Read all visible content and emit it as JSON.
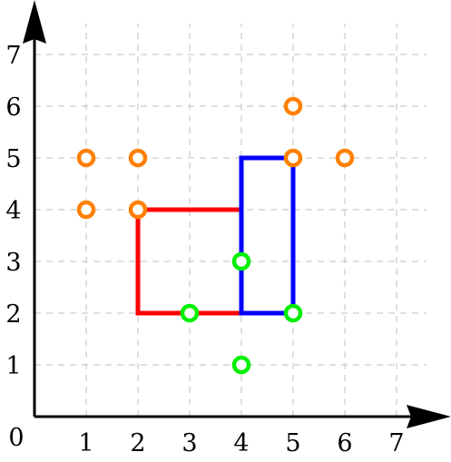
{
  "chart_data": {
    "type": "scatter",
    "title": "",
    "xlabel": "",
    "ylabel": "",
    "origin_label": "0",
    "xlim": [
      0,
      7.9
    ],
    "ylim": [
      0,
      7.9
    ],
    "grid": true,
    "x_ticks": [
      1,
      2,
      3,
      4,
      5,
      6,
      7
    ],
    "y_ticks": [
      1,
      2,
      3,
      4,
      5,
      6,
      7
    ],
    "x_tick_labels": [
      "1",
      "2",
      "3",
      "4",
      "5",
      "6",
      "7"
    ],
    "y_tick_labels": [
      "1",
      "2",
      "3",
      "4",
      "5",
      "6",
      "7"
    ],
    "point_groups": [
      {
        "color": "#ff8000",
        "points": [
          [
            1,
            5
          ],
          [
            2,
            5
          ],
          [
            1,
            4
          ],
          [
            2,
            4
          ],
          [
            5,
            6
          ],
          [
            5,
            5
          ],
          [
            6,
            5
          ]
        ]
      },
      {
        "color": "#00ee00",
        "points": [
          [
            4,
            3
          ],
          [
            3,
            2
          ],
          [
            5,
            2
          ],
          [
            4,
            1
          ]
        ]
      }
    ],
    "rectangles": [
      {
        "color": "#ff0000",
        "x0": 2,
        "y0": 2,
        "x1": 4,
        "y1": 4
      },
      {
        "color": "#0000ff",
        "x0": 4,
        "y0": 2,
        "x1": 5,
        "y1": 5
      }
    ],
    "colors": {
      "axis": "#000000",
      "grid": "#cccccc"
    }
  }
}
